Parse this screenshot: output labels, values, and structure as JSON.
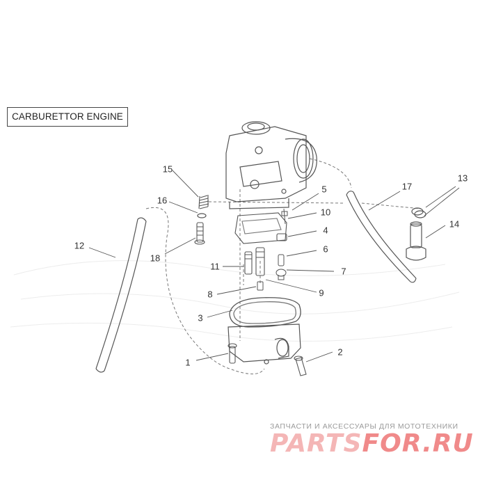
{
  "diagram": {
    "title": "CARBURETTOR ENGINE",
    "callouts": [
      "1",
      "2",
      "3",
      "4",
      "5",
      "6",
      "7",
      "8",
      "9",
      "10",
      "11",
      "12",
      "13",
      "14",
      "15",
      "16",
      "17",
      "18"
    ]
  },
  "watermark": {
    "tagline": "ЗАПЧАСТИ И АКСЕССУАРЫ ДЛЯ МОТОТЕХНИКИ",
    "logo_part1": "PARTS",
    "logo_part2": "FOR.RU"
  },
  "colors": {
    "line": "#555555",
    "dashed": "#777777",
    "logo_light": "#f4b6b6",
    "logo_dark": "#f08a8a",
    "tagline": "#9a9a9a"
  }
}
